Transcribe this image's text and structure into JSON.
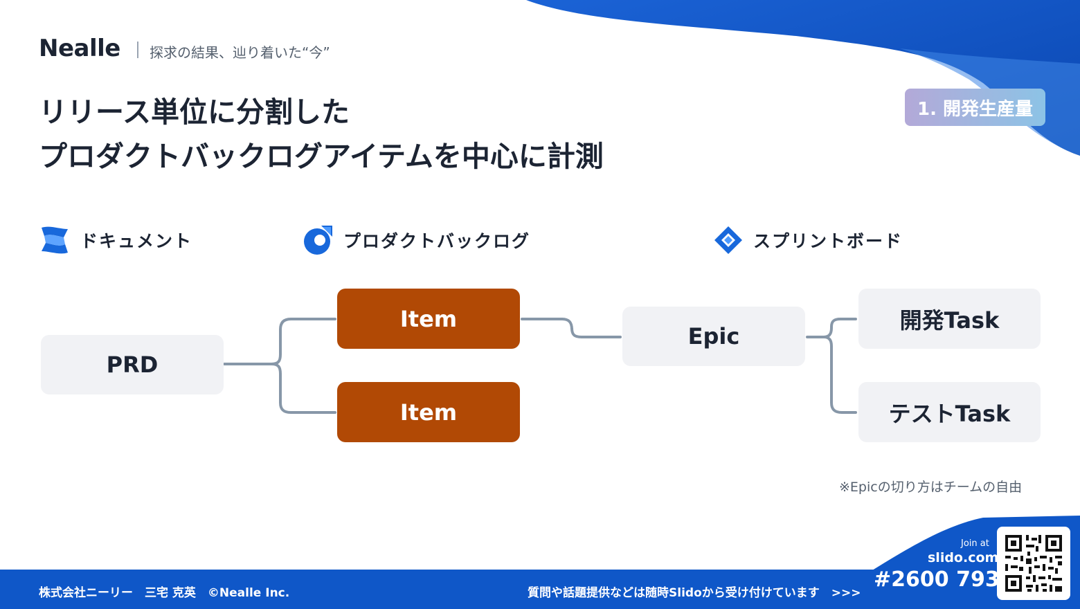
{
  "header": {
    "logo": "Nealle",
    "tagline": "探求の結果、辿り着いた“今”"
  },
  "title": {
    "line1": "リリース単位に分割した",
    "line2": "プロダクトバックログアイテムを中心に計測"
  },
  "badge": "1. 開発生産量",
  "lanes": [
    {
      "label": "ドキュメント",
      "icon": "confluence-icon"
    },
    {
      "label": "プロダクトバックログ",
      "icon": "backlog-icon"
    },
    {
      "label": "スプリントボード",
      "icon": "jira-icon"
    }
  ],
  "nodes": {
    "prd": "PRD",
    "item1": "Item",
    "item2": "Item",
    "epic": "Epic",
    "task_dev": "開発Task",
    "task_test": "テストTask"
  },
  "note": "※Epicの切り方はチームの自由",
  "footer": {
    "company": "株式会社ニーリー　三宅 克英　©Nealle Inc.",
    "message": "質問や話題提供などは随時Slidoから受け付けています　>>>",
    "join_label": "Join at",
    "slido_url": "slido.com",
    "code": "#2600 793"
  },
  "colors": {
    "accent_blue": "#0f57c8",
    "item_orange": "#b14905",
    "box_grey": "#f1f2f5",
    "connector": "#8797a8"
  }
}
